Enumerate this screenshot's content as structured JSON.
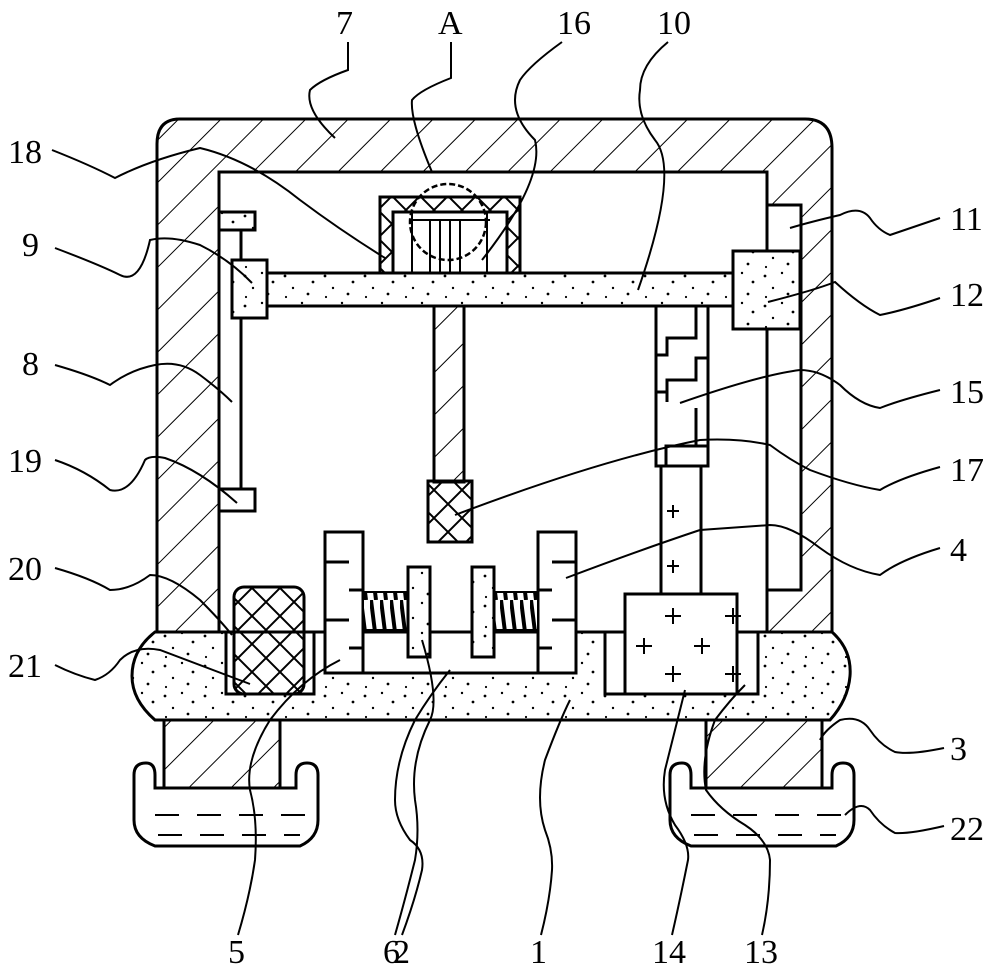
{
  "figure": {
    "type": "patent mechanical cross-section drawing",
    "reference_labels": [
      {
        "id": "7",
        "text": "7",
        "part": "top housing wall"
      },
      {
        "id": "A",
        "text": "A",
        "part": "detail circle A"
      },
      {
        "id": "16",
        "text": "16",
        "part": "top mounting block"
      },
      {
        "id": "10",
        "text": "10",
        "part": "horizontal crossbar"
      },
      {
        "id": "18",
        "text": "18",
        "part": "top bracket"
      },
      {
        "id": "9",
        "text": "9",
        "part": "left slider block"
      },
      {
        "id": "11",
        "text": "11",
        "part": "right guide slot"
      },
      {
        "id": "12",
        "text": "12",
        "part": "right slider block"
      },
      {
        "id": "8",
        "text": "8",
        "part": "left guide rod"
      },
      {
        "id": "15",
        "text": "15",
        "part": "stepped rack"
      },
      {
        "id": "19",
        "text": "19",
        "part": "lower stop block"
      },
      {
        "id": "17",
        "text": "17",
        "part": "rack connector"
      },
      {
        "id": "20",
        "text": "20",
        "part": "left wall"
      },
      {
        "id": "4",
        "text": "4",
        "part": "clamp plate"
      },
      {
        "id": "21",
        "text": "21",
        "part": "cushion block"
      },
      {
        "id": "3",
        "text": "3",
        "part": "support leg"
      },
      {
        "id": "22",
        "text": "22",
        "part": "liquid tray"
      },
      {
        "id": "5",
        "text": "5",
        "part": "spring"
      },
      {
        "id": "6",
        "text": "6",
        "part": "push plate"
      },
      {
        "id": "2",
        "text": "2",
        "part": "center base seat"
      },
      {
        "id": "1",
        "text": "1",
        "part": "base plate"
      },
      {
        "id": "14",
        "text": "14",
        "part": "motor housing"
      },
      {
        "id": "13",
        "text": "13",
        "part": "motor seat"
      }
    ]
  }
}
